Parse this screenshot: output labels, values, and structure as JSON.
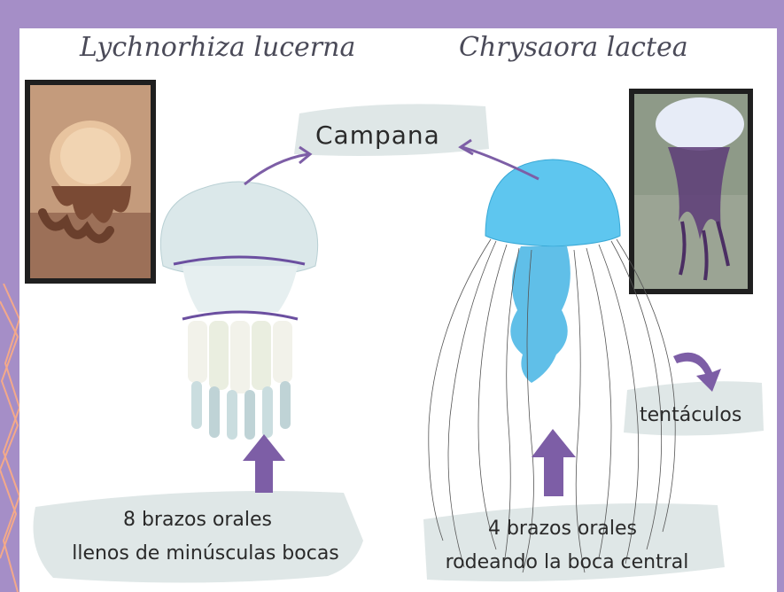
{
  "titles": {
    "left": "Lychnorhiza lucerna",
    "right": "Chrysaora lactea"
  },
  "labels": {
    "bell": "Campana",
    "tentacles": "tentáculos",
    "left_arms_line1": "8 brazos orales",
    "left_arms_line2": "llenos de minúsculas bocas",
    "right_arms_line1": "4 brazos orales",
    "right_arms_line2": "rodeando la boca central"
  },
  "colors": {
    "frame": "#a58ec7",
    "arrow": "#7d5ea6",
    "brush": "#dfe7e7",
    "left_bell": "#dbe8ea",
    "right_bell": "#5ec6ef"
  },
  "icons": {
    "arrows": "arrow-up-icon",
    "curved": "curved-arrow-icon"
  }
}
